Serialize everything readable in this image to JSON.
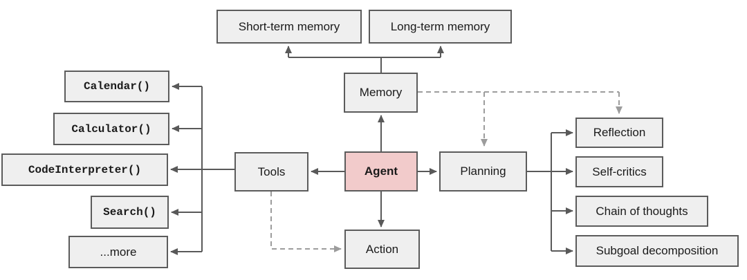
{
  "diagram": {
    "title": "LLM agent system overview diagram",
    "nodes": {
      "short_term_memory": {
        "label": "Short-term memory"
      },
      "long_term_memory": {
        "label": "Long-term memory"
      },
      "memory": {
        "label": "Memory"
      },
      "agent": {
        "label": "Agent"
      },
      "planning": {
        "label": "Planning"
      },
      "tools": {
        "label": "Tools"
      },
      "action": {
        "label": "Action"
      },
      "calendar": {
        "label": "Calendar()"
      },
      "calculator": {
        "label": "Calculator()"
      },
      "code_interpreter": {
        "label": "CodeInterpreter()"
      },
      "search": {
        "label": "Search()"
      },
      "more": {
        "label": "...more"
      },
      "reflection": {
        "label": "Reflection"
      },
      "self_critics": {
        "label": "Self-critics"
      },
      "chain_of_thoughts": {
        "label": "Chain of thoughts"
      },
      "subgoal_decomposition": {
        "label": "Subgoal decomposition"
      }
    },
    "edges": [
      {
        "from": "memory",
        "to": "short_term_memory",
        "style": "solid"
      },
      {
        "from": "memory",
        "to": "long_term_memory",
        "style": "solid"
      },
      {
        "from": "agent",
        "to": "memory",
        "style": "solid"
      },
      {
        "from": "agent",
        "to": "tools",
        "style": "solid"
      },
      {
        "from": "agent",
        "to": "planning",
        "style": "solid"
      },
      {
        "from": "agent",
        "to": "action",
        "style": "solid"
      },
      {
        "from": "tools",
        "to": "calendar",
        "style": "solid"
      },
      {
        "from": "tools",
        "to": "calculator",
        "style": "solid"
      },
      {
        "from": "tools",
        "to": "code_interpreter",
        "style": "solid"
      },
      {
        "from": "tools",
        "to": "search",
        "style": "solid"
      },
      {
        "from": "tools",
        "to": "more",
        "style": "solid"
      },
      {
        "from": "planning",
        "to": "reflection",
        "style": "solid"
      },
      {
        "from": "planning",
        "to": "self_critics",
        "style": "solid"
      },
      {
        "from": "planning",
        "to": "chain_of_thoughts",
        "style": "solid"
      },
      {
        "from": "planning",
        "to": "subgoal_decomposition",
        "style": "solid"
      },
      {
        "from": "memory",
        "to": "planning",
        "style": "dashed"
      },
      {
        "from": "memory",
        "to": "reflection",
        "style": "dashed"
      },
      {
        "from": "tools",
        "to": "action",
        "style": "dashed"
      }
    ],
    "colors": {
      "box_fill": "#efefef",
      "box_border": "#5b5b5b",
      "agent_fill": "#f2cbcb",
      "solid_edge": "#595959",
      "dashed_edge": "#9c9c9c",
      "text": "#1a1a1a",
      "background": "#ffffff"
    }
  }
}
